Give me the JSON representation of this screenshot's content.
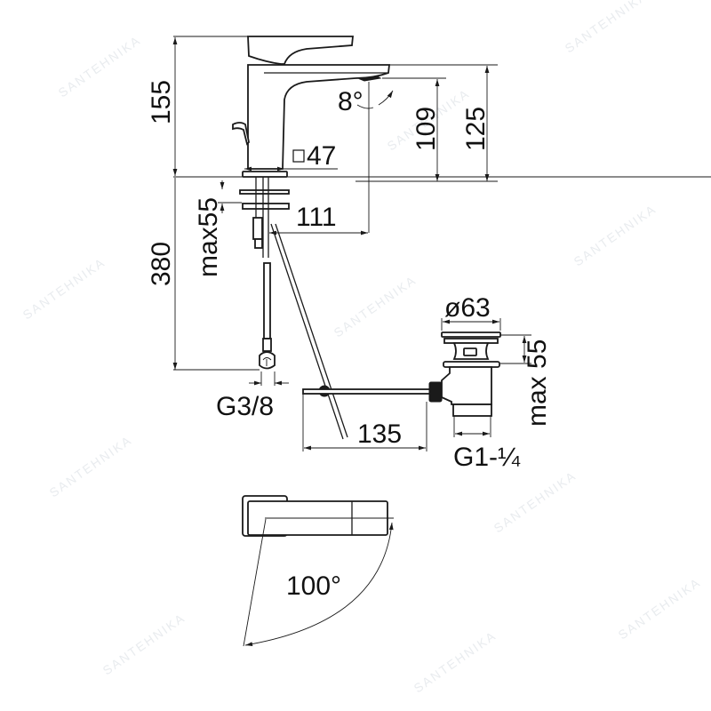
{
  "drawing": {
    "subject": "Single-lever basin mixer with pop-up waste - dimensioned drawing",
    "units": "mm",
    "colors": {
      "line": "#1a1a1a",
      "background": "#ffffff"
    }
  },
  "dimensions": {
    "total_height": "155",
    "spout_height_outer": "125",
    "spout_height_inner": "109",
    "spout_angle": "8°",
    "base_square": "47",
    "spout_reach": "111",
    "deck_thickness": "max55",
    "hose_length": "380",
    "hose_connection": "G3/8",
    "pull_rod_length": "135",
    "waste_diameter": "ø63",
    "waste_max_thickness": "max 55",
    "waste_thread": "G1-¼",
    "handle_rotation": "100°"
  },
  "watermark": {
    "text": "SANTEHNIKA"
  }
}
